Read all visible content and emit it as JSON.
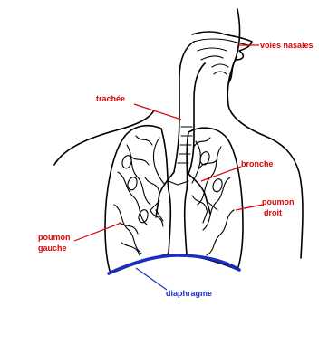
{
  "labels": {
    "voies_nasales": "voies nasales",
    "trachee": "trachée",
    "bronche": "bronche",
    "poumon_droit_1": "poumon",
    "poumon_droit_2": "droit",
    "poumon_gauche_1": "poumon",
    "poumon_gauche_2": "gauche",
    "diaphragme": "diaphragme"
  },
  "colors": {
    "label_red": "#e00000",
    "label_blue": "#1a2fbf",
    "diaphragm": "#1a2fbf",
    "outline": "#000000"
  }
}
